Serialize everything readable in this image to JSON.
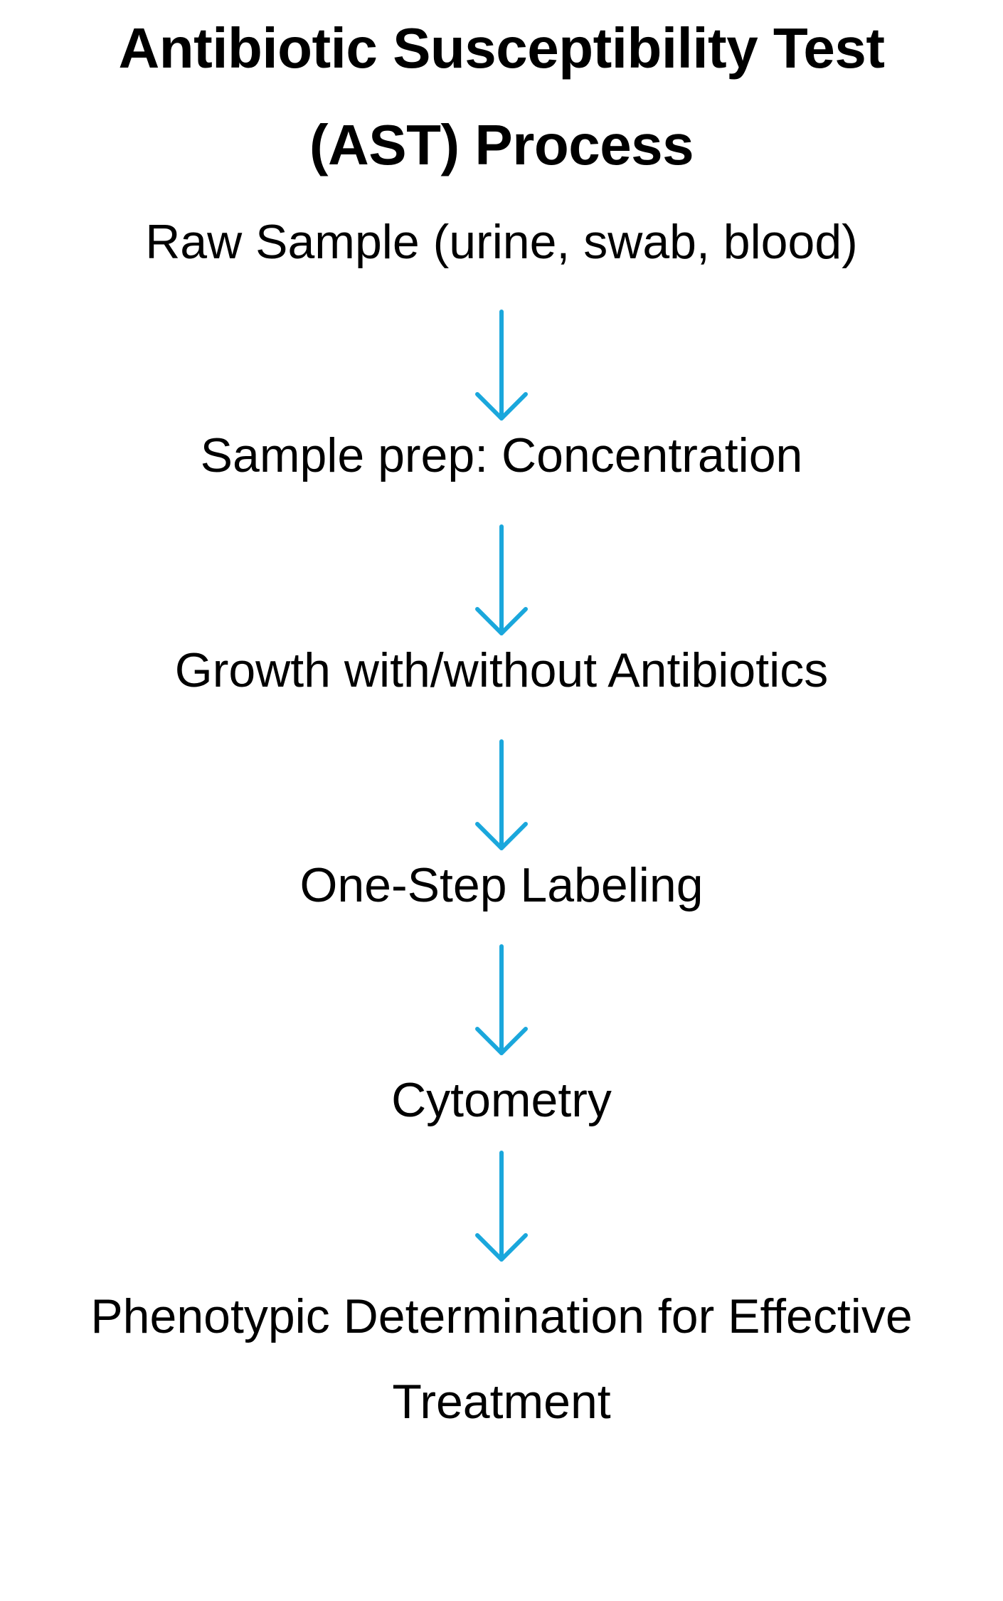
{
  "title": {
    "line1": "Antibiotic Susceptibility Test",
    "line2": "(AST) Process"
  },
  "steps": [
    {
      "label": "Raw Sample (urine, swab, blood)"
    },
    {
      "label": "Sample prep: Concentration"
    },
    {
      "label": "Growth with/without Antibiotics"
    },
    {
      "label": "One-Step Labeling"
    },
    {
      "label": "Cytometry"
    },
    {
      "label_line1": "Phenotypic Determination for Effective",
      "label_line2": "Treatment"
    }
  ],
  "arrow": {
    "icon": "down-arrow-icon",
    "color": "#1aa7dc"
  }
}
